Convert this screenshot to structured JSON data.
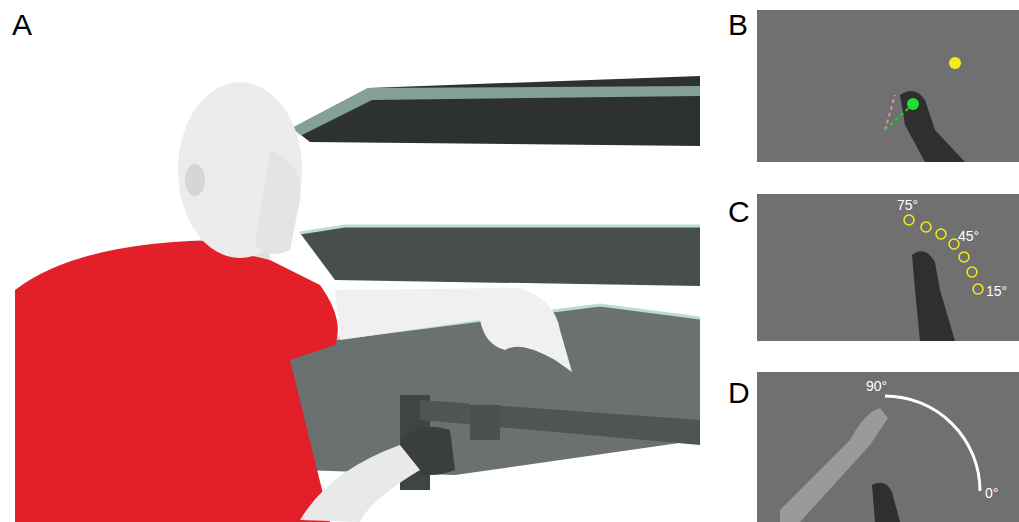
{
  "diagram": {
    "labels": [
      "A",
      "B",
      "C",
      "D",
      "75°",
      "45°",
      "15°",
      "90°",
      "0°"
    ]
  }
}
